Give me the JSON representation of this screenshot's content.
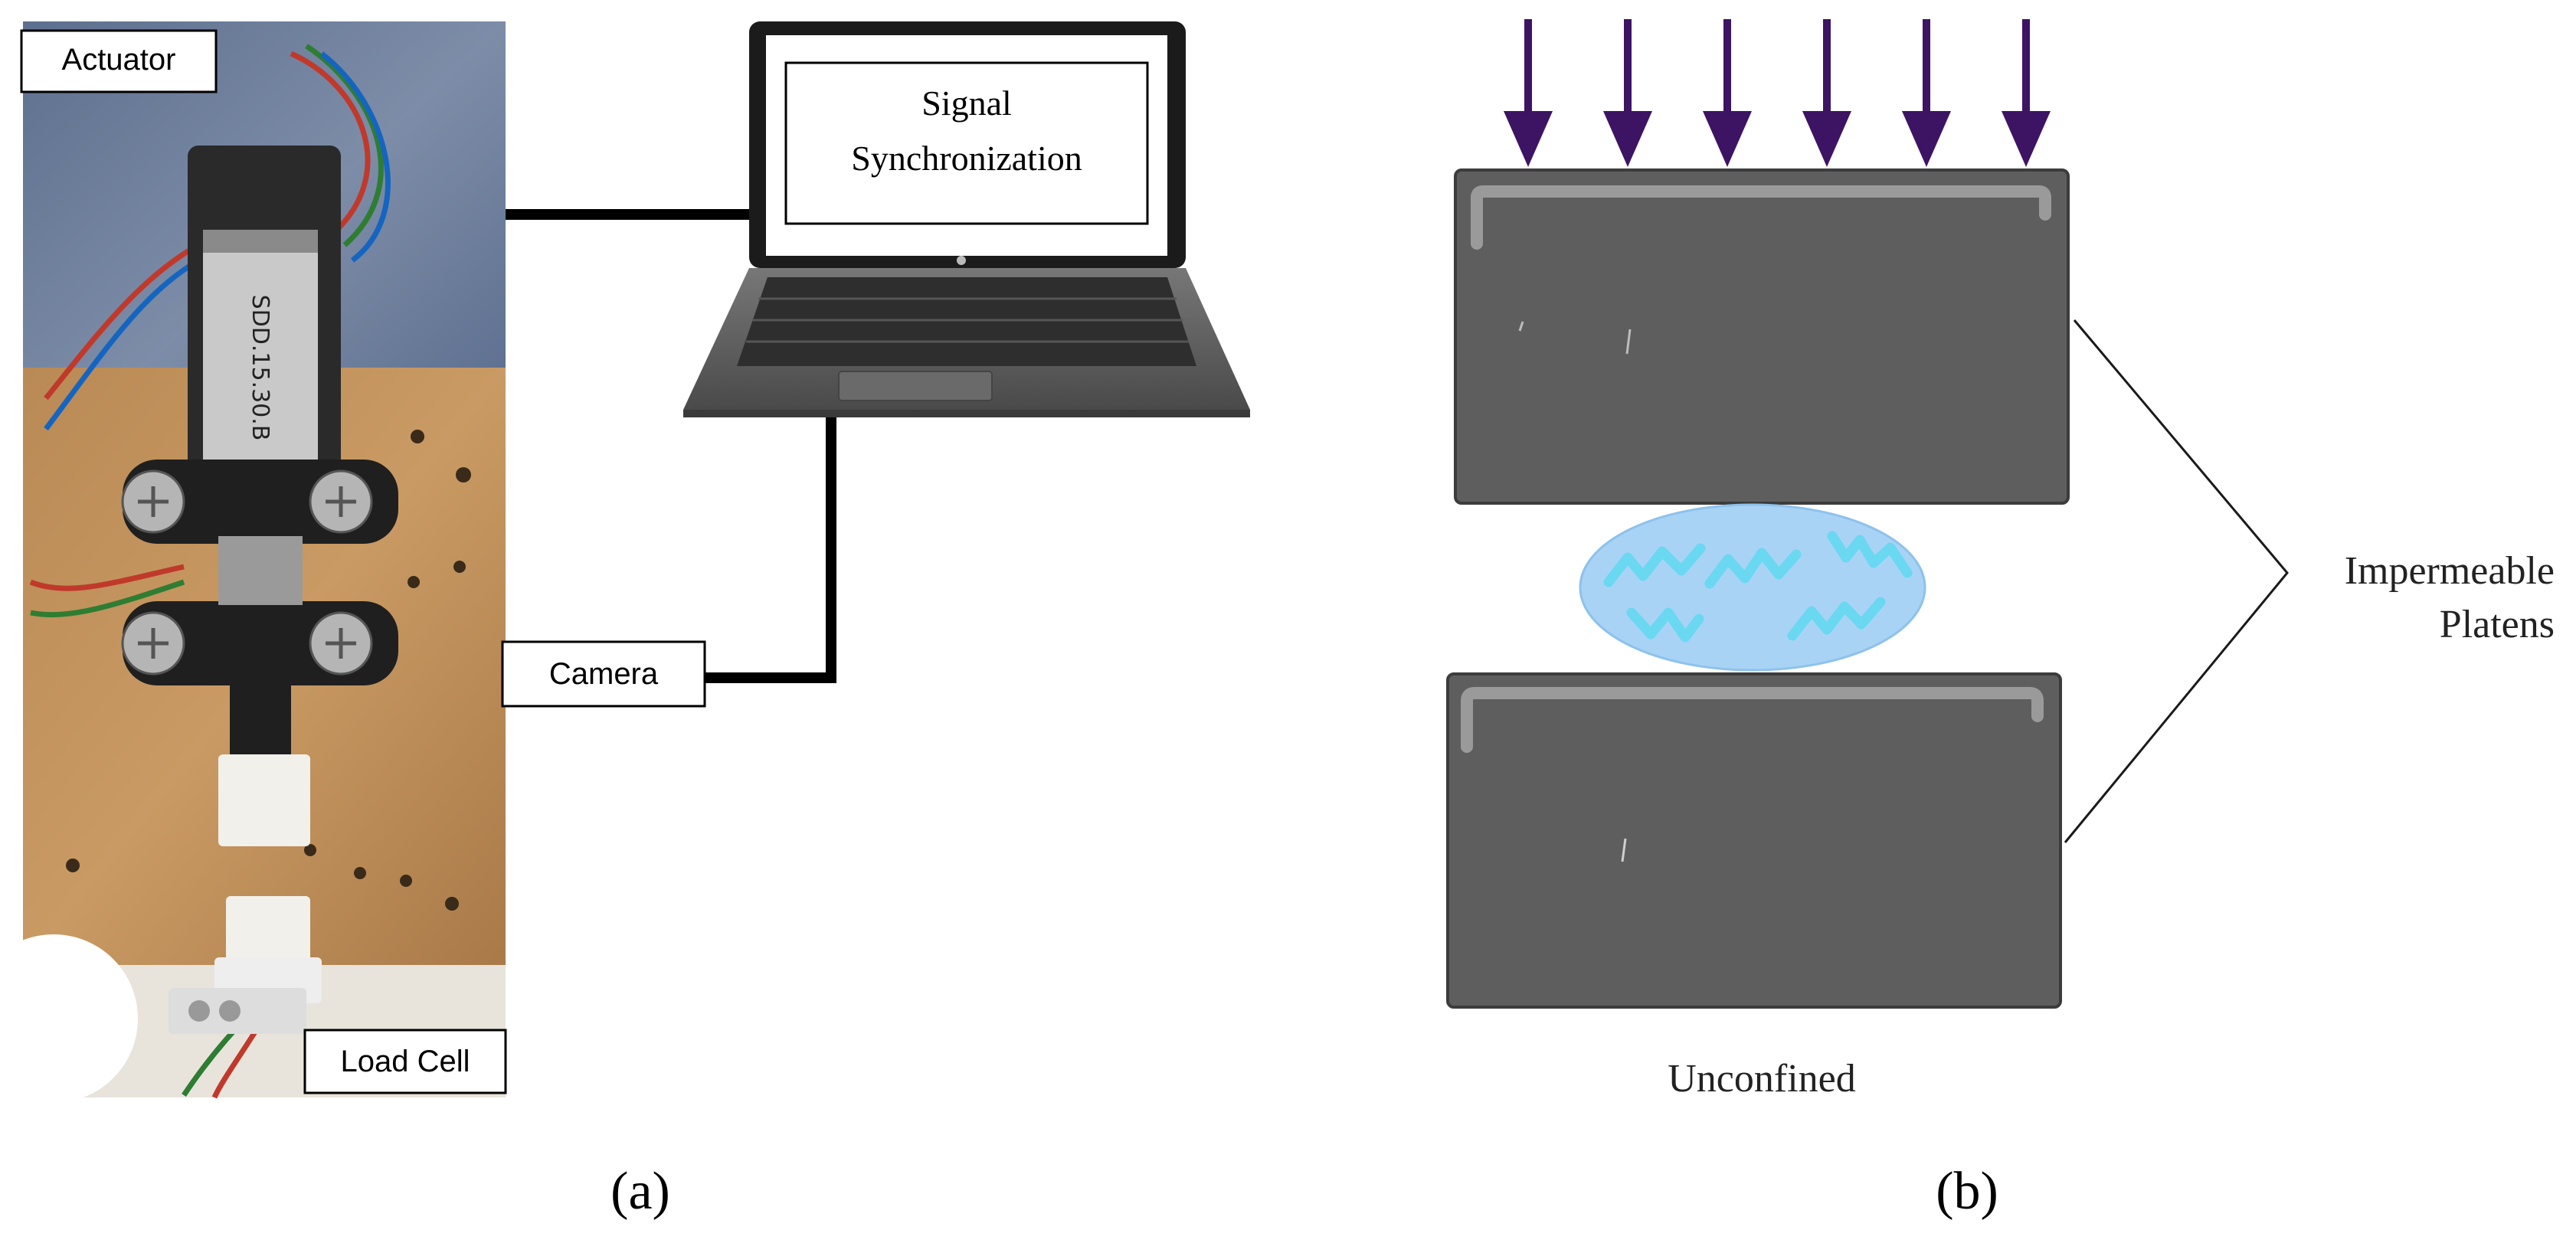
{
  "panel_a": {
    "labels": {
      "actuator": "Actuator",
      "camera": "Camera",
      "load_cell": "Load Cell"
    },
    "laptop_screen_text": [
      "Signal",
      "Synchronization"
    ],
    "actuator_part_code": "SDD.15.30.B",
    "caption": "(a)"
  },
  "panel_b": {
    "label_right": [
      "Impermeable",
      "Platens"
    ],
    "label_bottom": "Unconfined",
    "caption": "(b)",
    "colors": {
      "arrow": "#3d1463",
      "platen": "#5e5e5e",
      "platen_highlight": "#9a9a9a",
      "sample": "#a9d3f5",
      "fiber": "#6ad8f0"
    },
    "load_arrow_count": 6
  },
  "icons": {
    "laptop": "laptop-icon",
    "camera_photo": "actuator-rig-photo"
  }
}
